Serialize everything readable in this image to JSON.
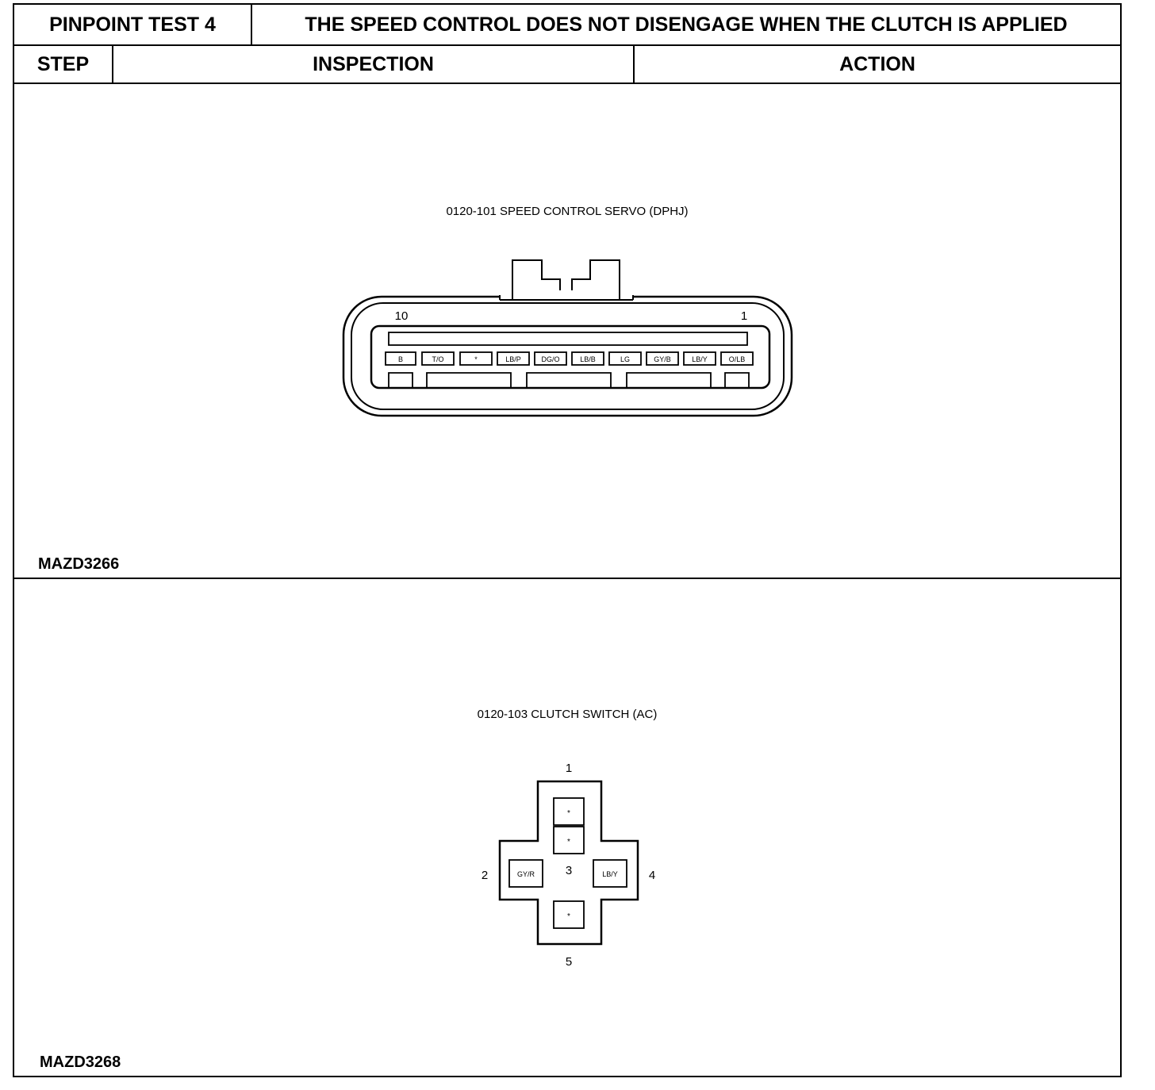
{
  "header": {
    "test_label": "PINPOINT TEST 4",
    "test_title": "THE SPEED CONTROL DOES NOT DISENGAGE WHEN THE CLUTCH IS APPLIED"
  },
  "columns": {
    "step": "STEP",
    "inspection": "INSPECTION",
    "action": "ACTION"
  },
  "figure1": {
    "caption": "0120-101 SPEED CONTROL SERVO (DPHJ)",
    "pin_left_number": "10",
    "pin_right_number": "1",
    "pins": [
      "B",
      "T/O",
      "*",
      "LB/P",
      "DG/O",
      "LB/B",
      "LG",
      "GY/B",
      "LB/Y",
      "O/LB"
    ],
    "figure_id": "MAZD3266"
  },
  "figure2": {
    "caption": "0120-103 CLUTCH SWITCH (AC)",
    "labels": {
      "pin1": "1",
      "pin2": "2",
      "pin3": "3",
      "pin4": "4",
      "pin5": "5"
    },
    "pins": {
      "top_a": "*",
      "top_b": "*",
      "left": "GY/R",
      "right": "LB/Y",
      "bottom": "*"
    },
    "figure_id": "MAZD3268"
  }
}
